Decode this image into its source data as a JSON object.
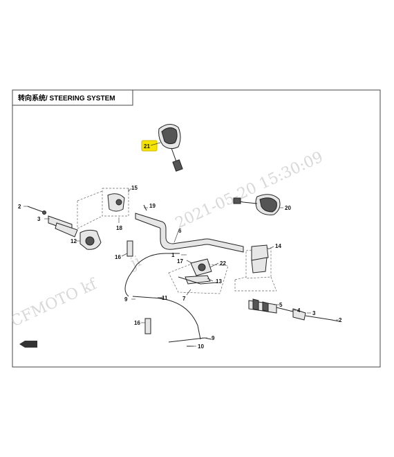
{
  "diagram": {
    "title": "转向系统/ STEERING SYSTEM",
    "highlight_color": "#f5e400",
    "watermark": {
      "timestamp": "2021-05-20  15:30:09",
      "brand": "CFMOTO  kf",
      "frag": "ji"
    },
    "callouts": [
      "21",
      "15",
      "19",
      "20",
      "2",
      "3",
      "18",
      "6",
      "12",
      "14",
      "16",
      "1",
      "17",
      "22",
      "13",
      "7",
      "9",
      "11",
      "5",
      "4",
      "3",
      "2",
      "16",
      "9",
      "10"
    ]
  }
}
